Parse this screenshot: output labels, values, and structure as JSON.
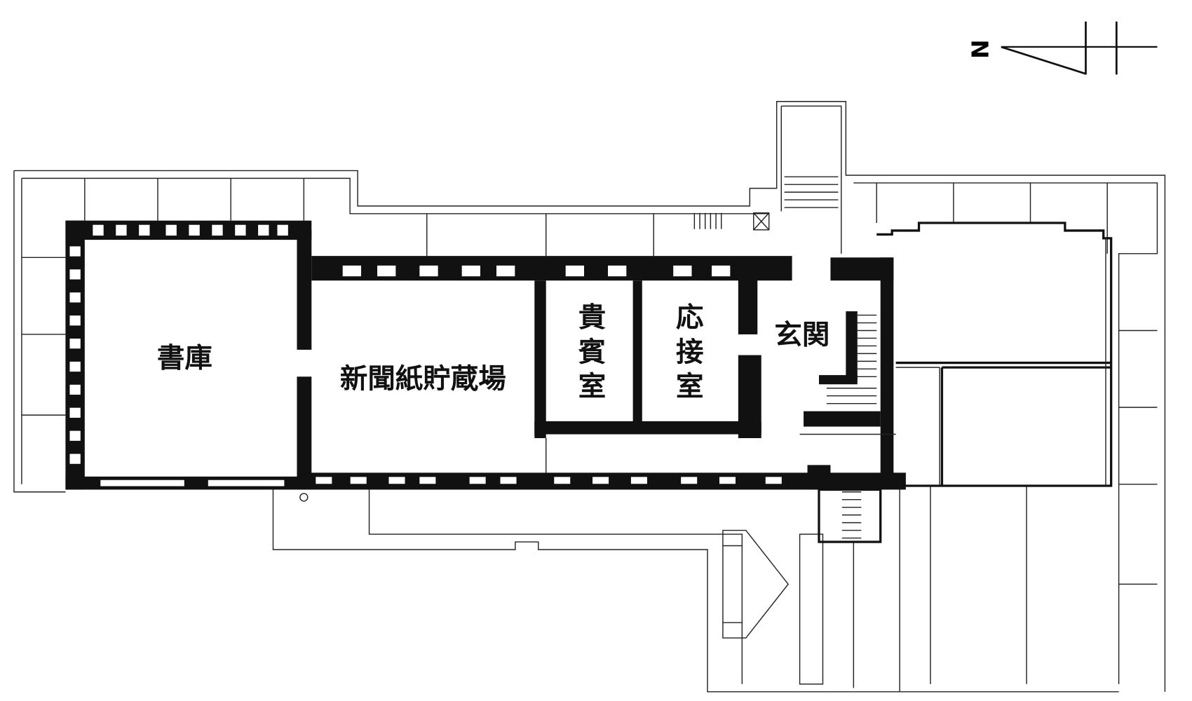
{
  "compass": {
    "north_label": "N"
  },
  "rooms": {
    "stacks": "書庫",
    "newspaper_storage": "新聞紙貯蔵場",
    "vip_room": [
      "貴",
      "賓",
      "室"
    ],
    "reception_room": [
      "応",
      "接",
      "室"
    ],
    "entrance": "玄関"
  },
  "colors": {
    "wall": "#111111",
    "background": "#ffffff"
  }
}
